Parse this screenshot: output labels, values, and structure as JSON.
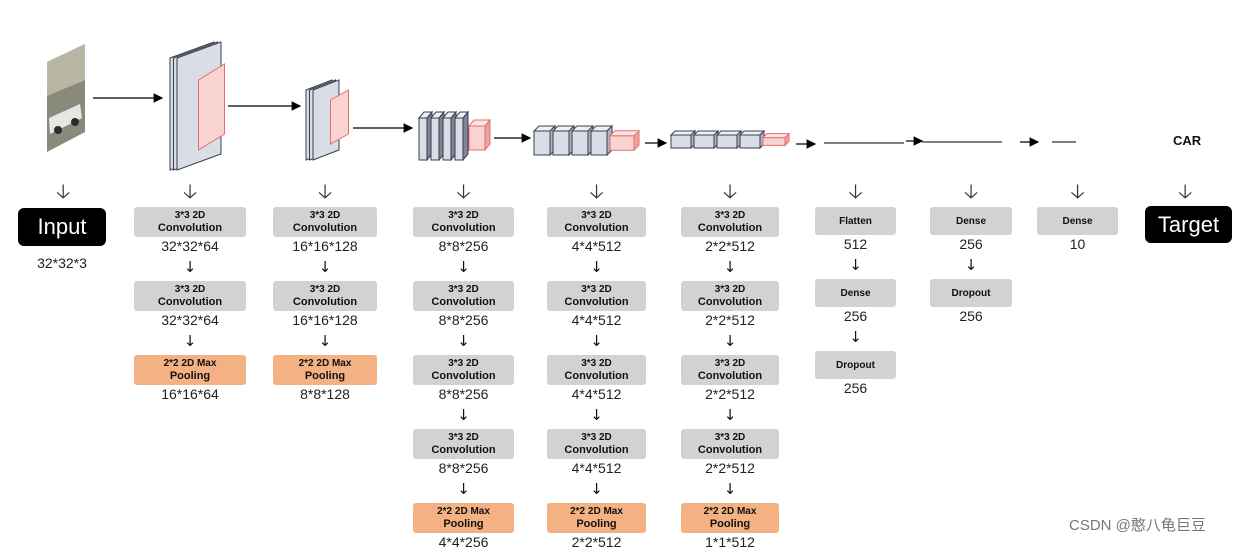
{
  "input_label": "Input",
  "input_dim": "32*32*3",
  "target_label": "Target",
  "car_label": "CAR",
  "watermark": "CSDN @憨八龟巨豆",
  "columns": [
    {
      "blocks": [
        {
          "l1": "3*3  2D",
          "l2": "Convolution",
          "type": "conv",
          "dim": "32*32*64"
        },
        {
          "l1": "3*3  2D",
          "l2": "Convolution",
          "type": "conv",
          "dim": "32*32*64"
        },
        {
          "l1": "2*2  2D Max",
          "l2": "Pooling",
          "type": "pool",
          "dim": "16*16*64"
        }
      ]
    },
    {
      "blocks": [
        {
          "l1": "3*3  2D",
          "l2": "Convolution",
          "type": "conv",
          "dim": "16*16*128"
        },
        {
          "l1": "3*3  2D",
          "l2": "Convolution",
          "type": "conv",
          "dim": "16*16*128"
        },
        {
          "l1": "2*2  2D Max",
          "l2": "Pooling",
          "type": "pool",
          "dim": "8*8*128"
        }
      ]
    },
    {
      "blocks": [
        {
          "l1": "3*3  2D",
          "l2": "Convolution",
          "type": "conv",
          "dim": "8*8*256"
        },
        {
          "l1": "3*3  2D",
          "l2": "Convolution",
          "type": "conv",
          "dim": "8*8*256"
        },
        {
          "l1": "3*3  2D",
          "l2": "Convolution",
          "type": "conv",
          "dim": "8*8*256"
        },
        {
          "l1": "3*3  2D",
          "l2": "Convolution",
          "type": "conv",
          "dim": "8*8*256"
        },
        {
          "l1": "2*2  2D Max",
          "l2": "Pooling",
          "type": "pool",
          "dim": "4*4*256"
        }
      ]
    },
    {
      "blocks": [
        {
          "l1": "3*3  2D",
          "l2": "Convolution",
          "type": "conv",
          "dim": "4*4*512"
        },
        {
          "l1": "3*3  2D",
          "l2": "Convolution",
          "type": "conv",
          "dim": "4*4*512"
        },
        {
          "l1": "3*3  2D",
          "l2": "Convolution",
          "type": "conv",
          "dim": "4*4*512"
        },
        {
          "l1": "3*3  2D",
          "l2": "Convolution",
          "type": "conv",
          "dim": "4*4*512"
        },
        {
          "l1": "2*2  2D Max",
          "l2": "Pooling",
          "type": "pool",
          "dim": "2*2*512"
        }
      ]
    },
    {
      "blocks": [
        {
          "l1": "3*3  2D",
          "l2": "Convolution",
          "type": "conv",
          "dim": "2*2*512"
        },
        {
          "l1": "3*3  2D",
          "l2": "Convolution",
          "type": "conv",
          "dim": "2*2*512"
        },
        {
          "l1": "3*3  2D",
          "l2": "Convolution",
          "type": "conv",
          "dim": "2*2*512"
        },
        {
          "l1": "3*3  2D",
          "l2": "Convolution",
          "type": "conv",
          "dim": "2*2*512"
        },
        {
          "l1": "2*2  2D Max",
          "l2": "Pooling",
          "type": "pool",
          "dim": "1*1*512"
        }
      ]
    },
    {
      "blocks": [
        {
          "l1": "Flatten",
          "l2": "",
          "type": "conv",
          "dim": "512"
        },
        {
          "l1": "Dense",
          "l2": "",
          "type": "conv",
          "dim": "256"
        },
        {
          "l1": "Dropout",
          "l2": "",
          "type": "conv",
          "dim": "256"
        }
      ]
    },
    {
      "blocks": [
        {
          "l1": "Dense",
          "l2": "",
          "type": "conv",
          "dim": "256"
        },
        {
          "l1": "Dropout",
          "l2": "",
          "type": "conv",
          "dim": "256"
        }
      ]
    },
    {
      "blocks": [
        {
          "l1": "Dense",
          "l2": "",
          "type": "conv",
          "dim": "10"
        }
      ]
    }
  ],
  "colors": {
    "conv": "#d2d2d2",
    "pool": "#f4b183",
    "slab_face": "#d9dde6",
    "slab_edge": "#3a4050",
    "pink_face": "#f8d3d0",
    "pink_edge": "#e07070"
  }
}
